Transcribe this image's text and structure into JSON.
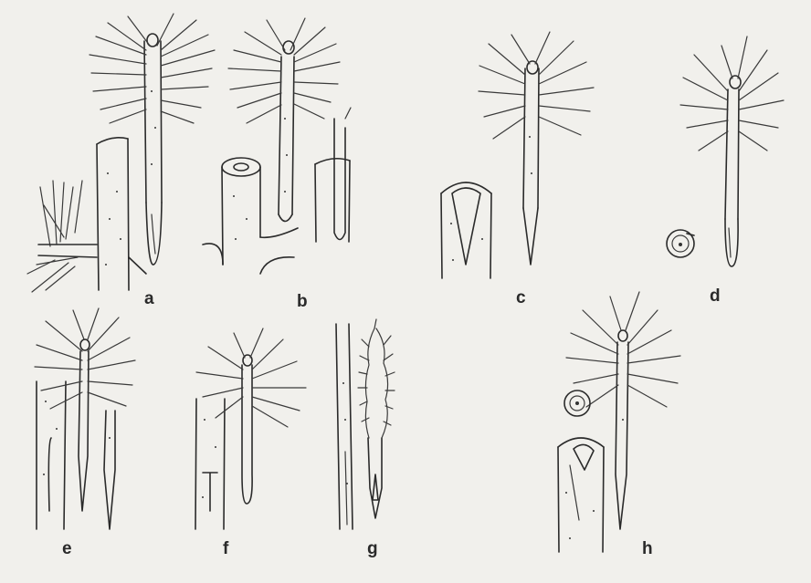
{
  "figure": {
    "panel_labels": [
      "a",
      "b",
      "c",
      "d",
      "e",
      "f",
      "g",
      "h"
    ]
  }
}
